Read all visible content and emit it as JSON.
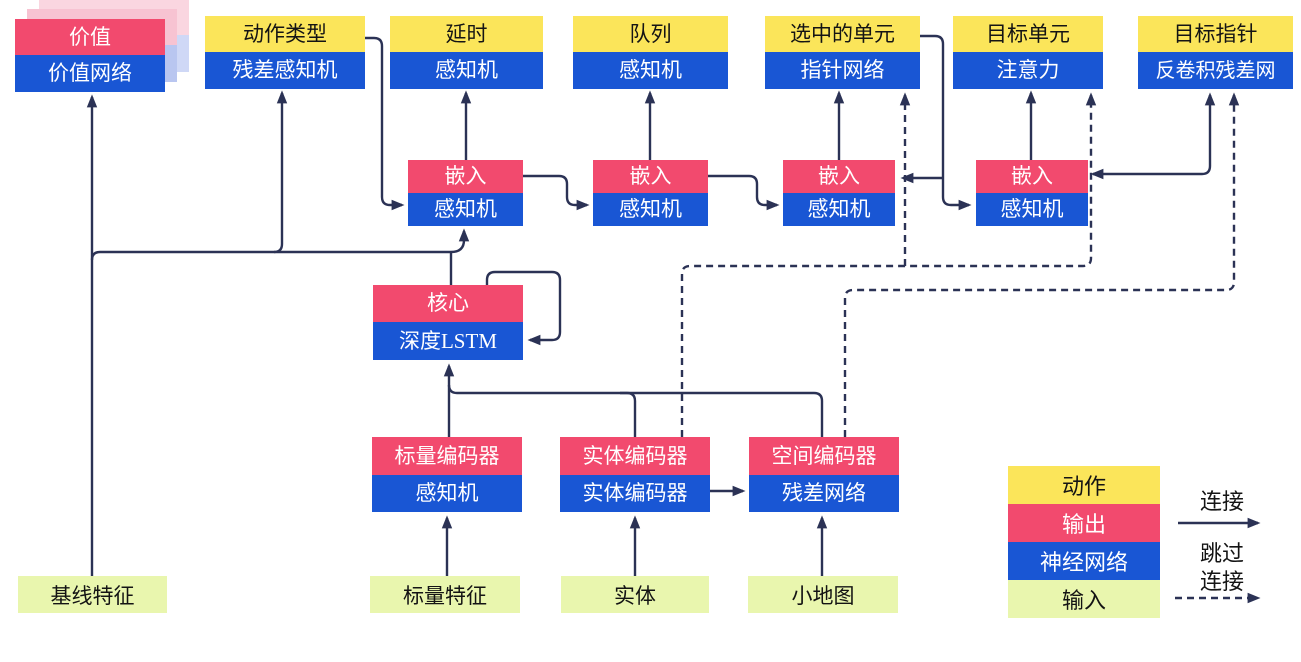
{
  "colors": {
    "yellow": "#fbe55a",
    "red": "#f24a6e",
    "blue": "#1956d4",
    "green": "#e9f6ae",
    "line": "#2b3255",
    "ghost-pink1": "#f7c3d2",
    "ghost-blue1": "#b9c6f0",
    "ghost-pink2": "#fad6e0",
    "ghost-blue2": "#cfd8f6"
  },
  "heads": [
    {
      "action": "价值",
      "network": "价值网络"
    },
    {
      "action": "动作类型",
      "network": "残差感知机"
    },
    {
      "action": "延时",
      "network": "感知机"
    },
    {
      "action": "队列",
      "network": "感知机"
    },
    {
      "action": "选中的单元",
      "network": "指针网络"
    },
    {
      "action": "目标单元",
      "network": "注意力"
    },
    {
      "action": "目标指针",
      "network": "反卷积残差网"
    }
  ],
  "embeddings": [
    {
      "output": "嵌入",
      "network": "感知机"
    },
    {
      "output": "嵌入",
      "network": "感知机"
    },
    {
      "output": "嵌入",
      "network": "感知机"
    },
    {
      "output": "嵌入",
      "network": "感知机"
    }
  ],
  "core": {
    "output": "核心",
    "network": "深度LSTM"
  },
  "encoders": [
    {
      "output": "标量编码器",
      "network": "感知机"
    },
    {
      "output": "实体编码器",
      "network": "实体编码器"
    },
    {
      "output": "空间编码器",
      "network": "残差网络"
    }
  ],
  "inputs": [
    {
      "label": "基线特征"
    },
    {
      "label": "标量特征"
    },
    {
      "label": "实体"
    },
    {
      "label": "小地图"
    }
  ],
  "legend": {
    "rows": [
      {
        "label": "动作",
        "color": "#fbe55a"
      },
      {
        "label": "输出",
        "color": "#f24a6e"
      },
      {
        "label": "神经网络",
        "color": "#1956d4"
      },
      {
        "label": "输入",
        "color": "#e9f6ae"
      }
    ],
    "connect_label": "连接",
    "skip_label_line1": "跳过",
    "skip_label_line2": "连接"
  }
}
